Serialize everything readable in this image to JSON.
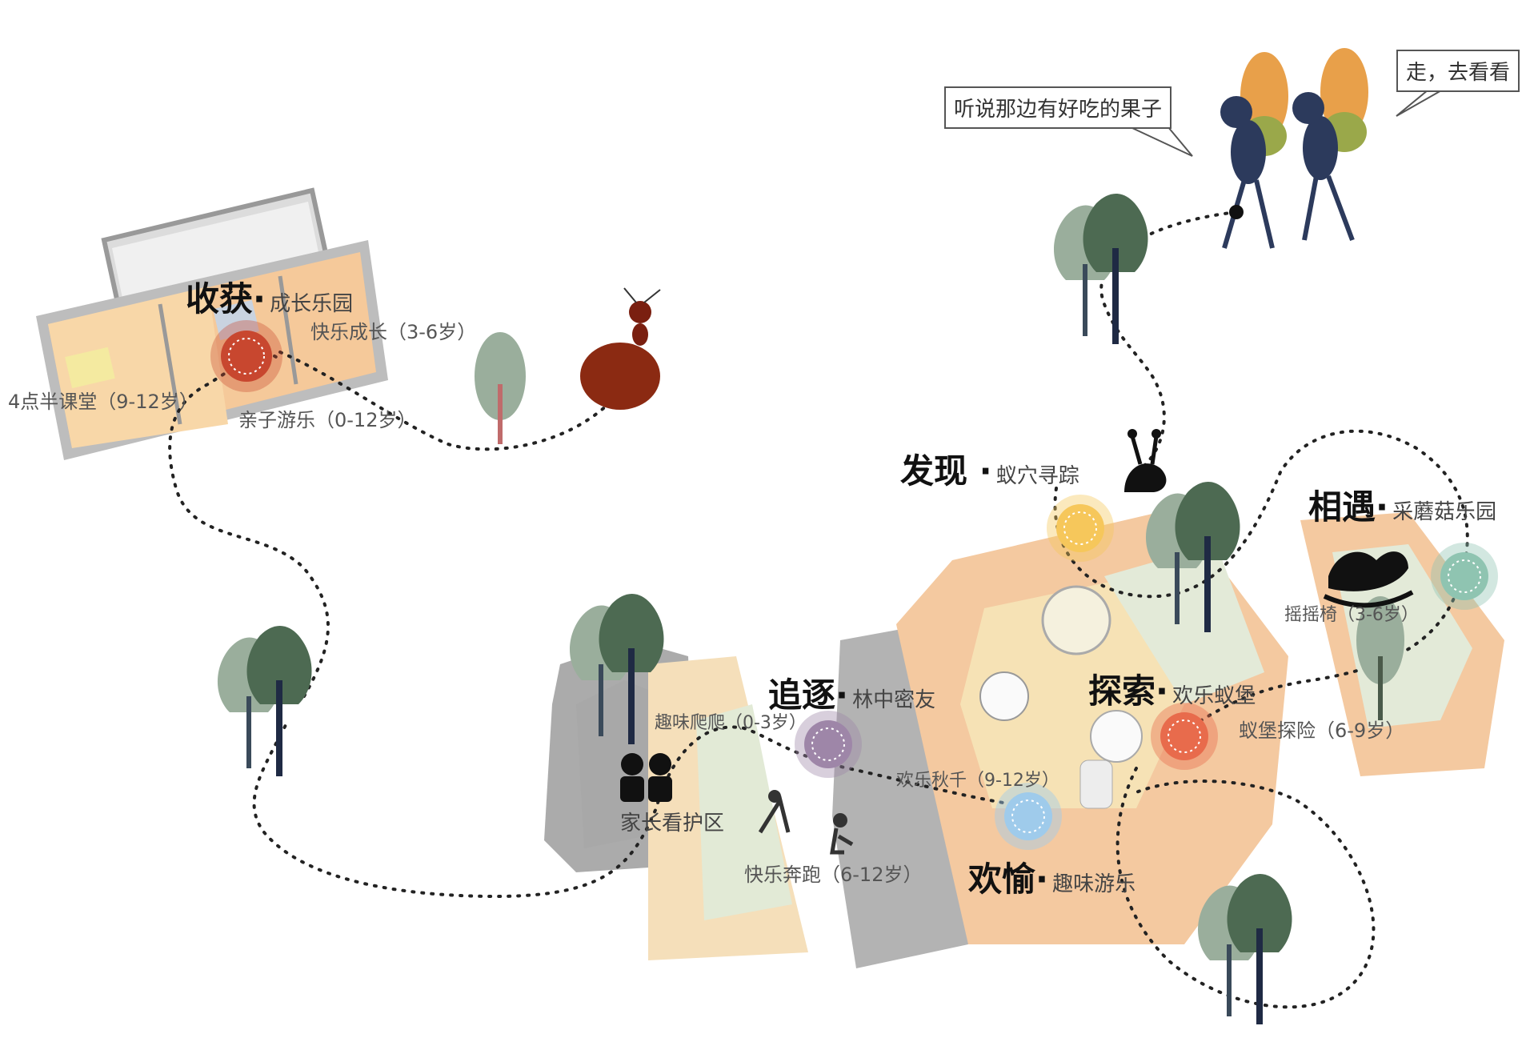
{
  "speech": {
    "left": "听说那边有好吃的果子",
    "right": "走，去看看"
  },
  "stations": [
    {
      "title": "收获",
      "subtitle": "成长乐园",
      "color": "#c8472f"
    },
    {
      "title": "发现",
      "subtitle": "蚁穴寻踪",
      "color": "#f6c75b"
    },
    {
      "title": "相遇",
      "subtitle": "采蘑菇乐园",
      "color": "#8fc4b1"
    },
    {
      "title": "追逐",
      "subtitle": "林中密友",
      "color": "#9e86a8"
    },
    {
      "title": "探索",
      "subtitle": "欢乐蚁堡",
      "color": "#e86b4c"
    },
    {
      "title": "欢愉",
      "subtitle": "趣味游乐",
      "color": "#9fcbeb"
    }
  ],
  "activities": {
    "growth_3_6": "快乐成长（3-6岁）",
    "class_9_12": "4点半课堂（9-12岁）",
    "parent_child": "亲子游乐（0-12岁）",
    "rocking_horse": "摇摇椅（3-6岁）",
    "climb": "趣味爬爬（0-3岁）",
    "castle": "蚁堡探险（6-9岁）",
    "swing": "欢乐秋千（9-12岁）",
    "run": "快乐奔跑（6-12岁）",
    "parent_area": "家长看护区"
  },
  "colors": {
    "path": "#222222",
    "tree_dark": "#4d6a52",
    "tree_light": "#9aae9c",
    "trunk": "#1f2a44",
    "plaza_orange": "#f4c9a0",
    "plaza_yellow": "#f6e2b5",
    "plaza_gray": "#b8b8b8",
    "lawn": "#e3ead8"
  }
}
